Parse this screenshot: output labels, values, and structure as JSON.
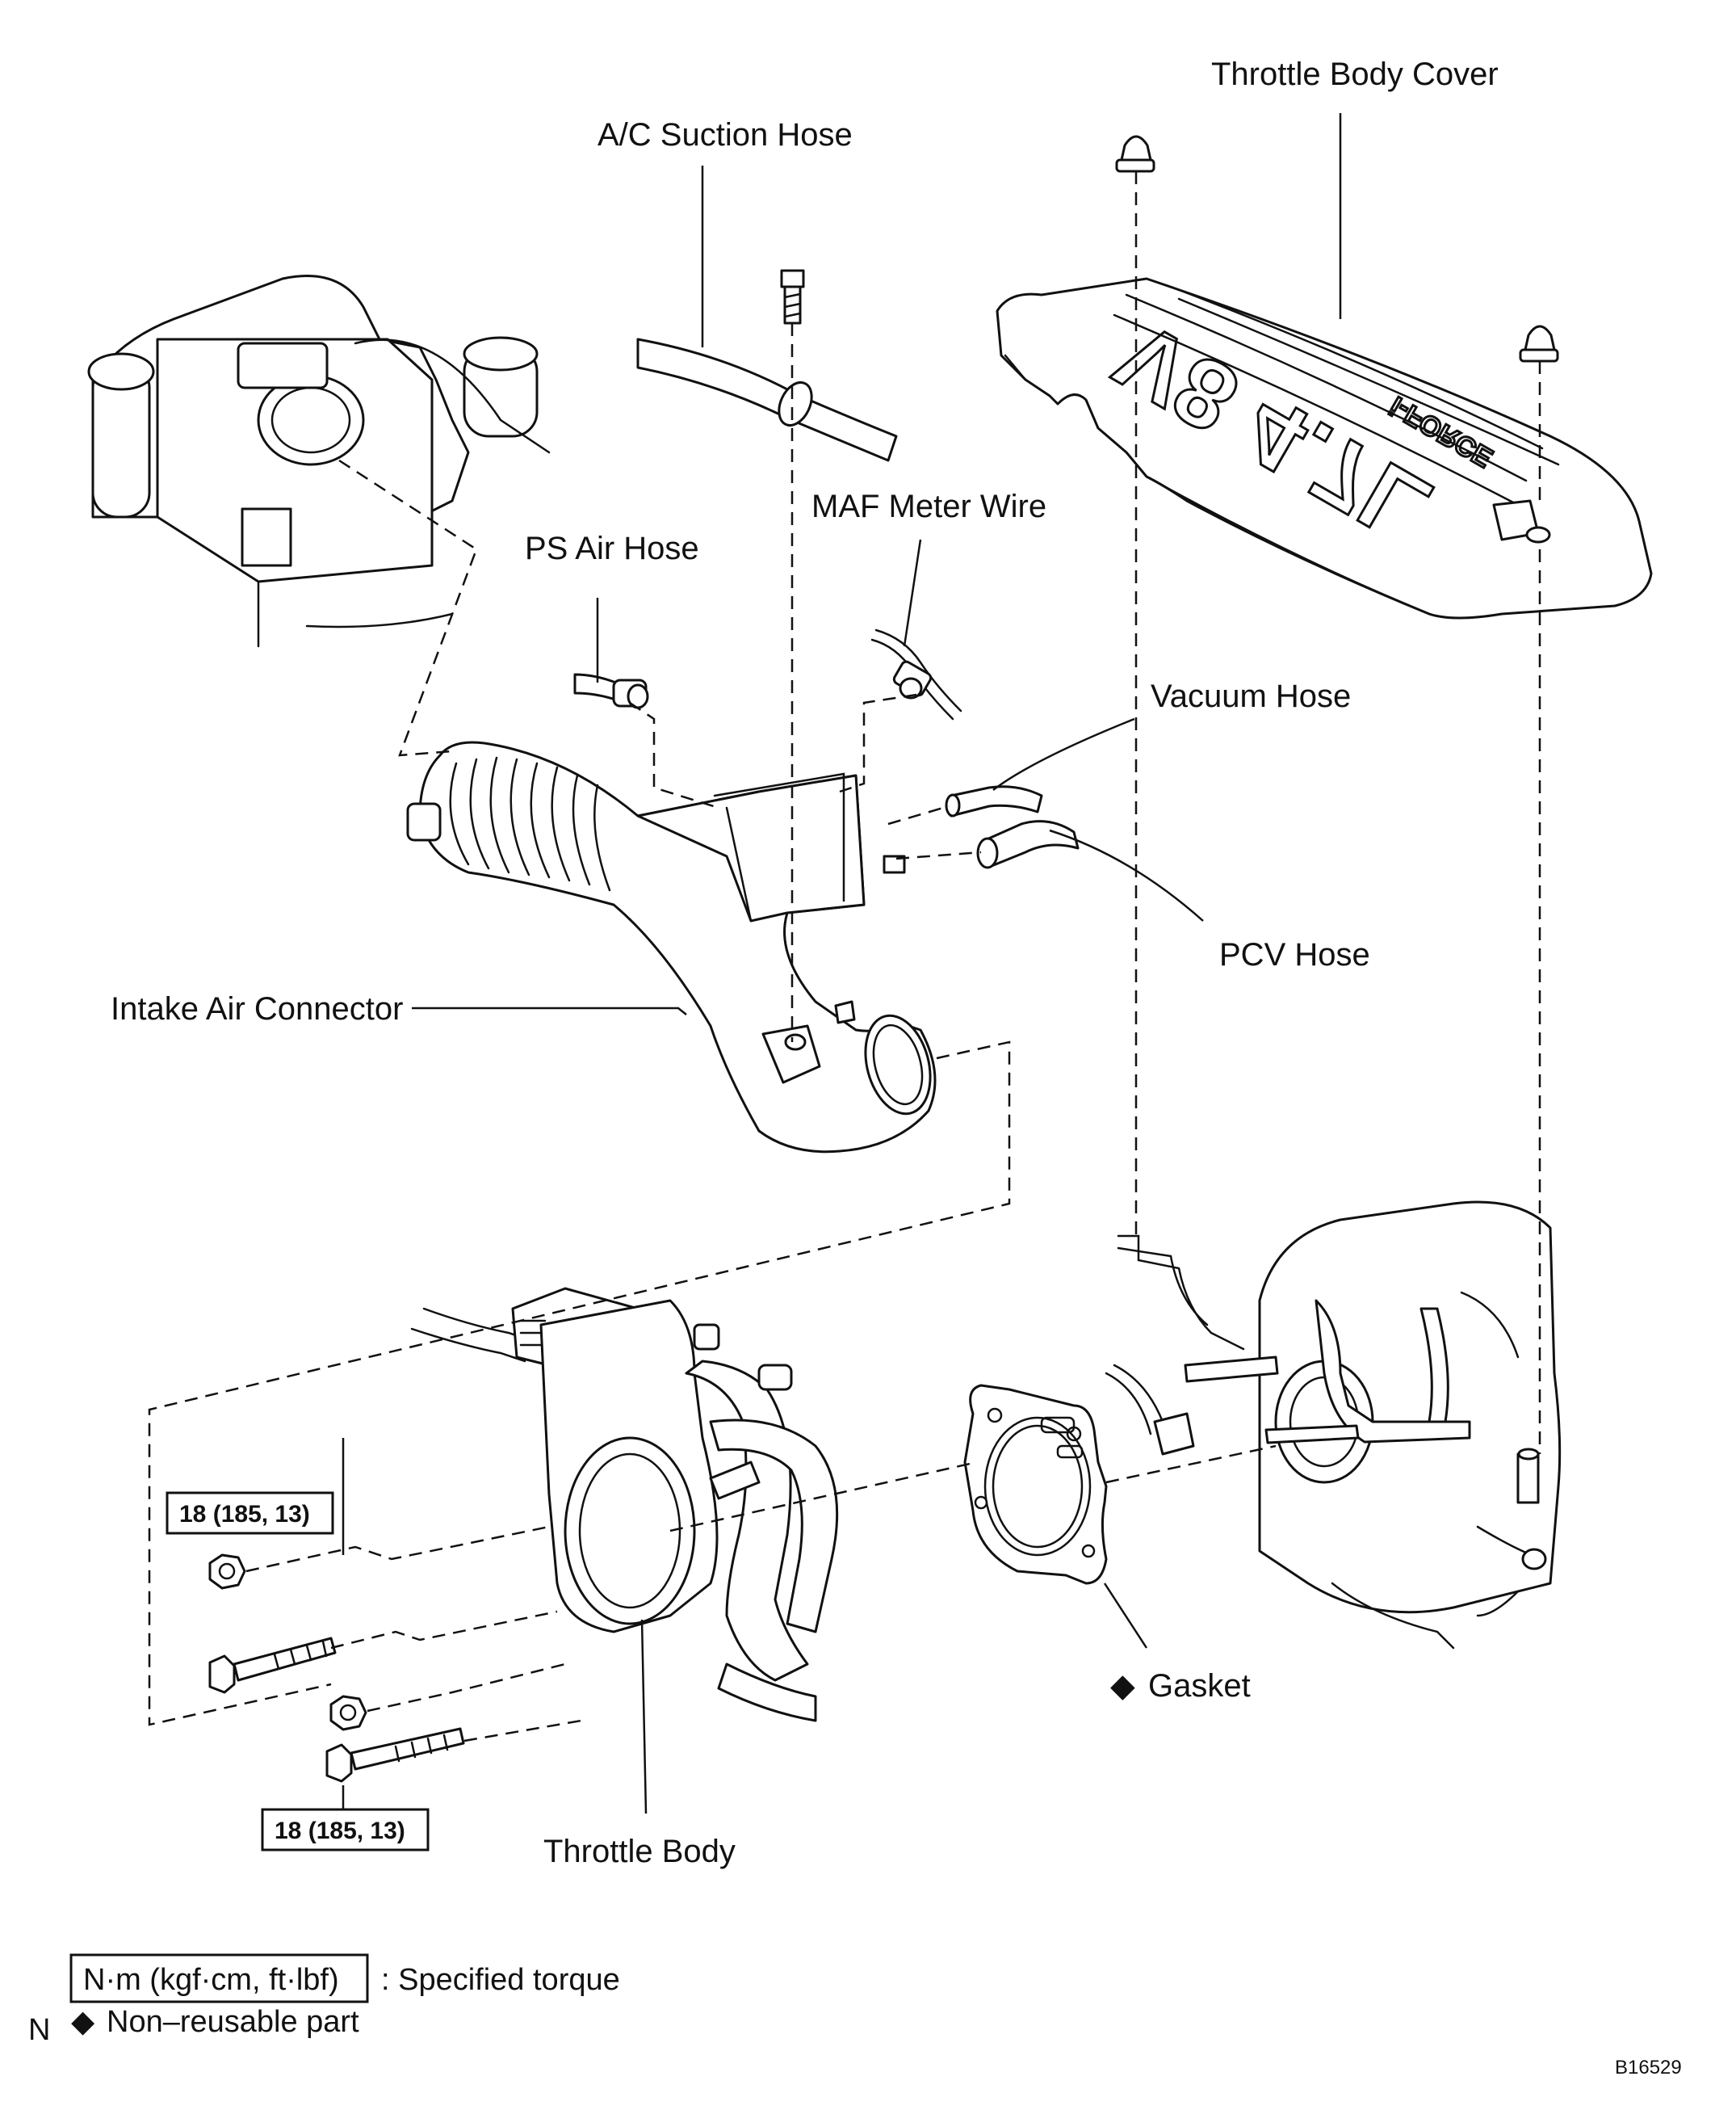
{
  "labels": {
    "throttle_body_cover": "Throttle Body Cover",
    "ac_suction_hose": "A/C Suction Hose",
    "maf_meter_wire": "MAF Meter Wire",
    "ps_air_hose": "PS Air Hose",
    "vacuum_hose": "Vacuum Hose",
    "pcv_hose": "PCV Hose",
    "intake_air_connector": "Intake Air Connector",
    "gasket": "Gasket",
    "throttle_body": "Throttle Body"
  },
  "cover_emboss": {
    "engine": "V8 4.7L",
    "brand": "i-FORCE"
  },
  "torque": {
    "upper": "18 (185, 13)",
    "lower": "18 (185, 13)"
  },
  "legend": {
    "torque_unit": "N·m (kgf·cm, ft·lbf)",
    "torque_desc": ": Specified torque",
    "nonreusable_symbol": "◆",
    "nonreusable_desc": "Non–reusable part"
  },
  "markers": {
    "gasket_symbol": "◆",
    "corner_letter": "N",
    "figure_code": "B16529"
  }
}
